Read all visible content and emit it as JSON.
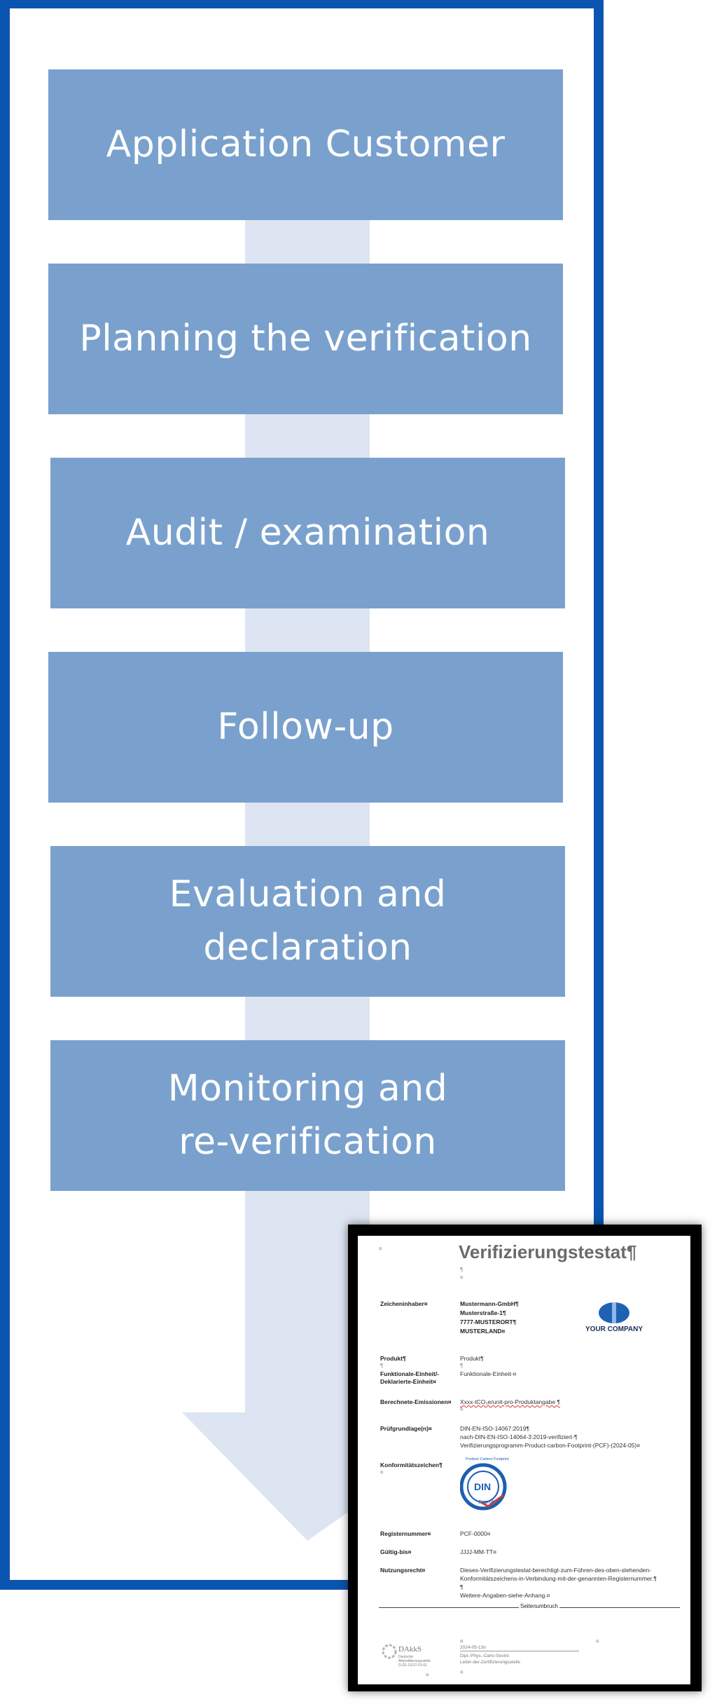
{
  "diagram": {
    "steps": [
      {
        "label": "Application  Customer"
      },
      {
        "label": "Planning the verification"
      },
      {
        "label": "Audit / examination"
      },
      {
        "label": "Follow-up"
      },
      {
        "label": "Evaluation and\ndeclaration"
      },
      {
        "label": "Monitoring and\nre-verification"
      }
    ],
    "colors": {
      "frame": "#0a55b0",
      "box": "#7aa1cd",
      "arrow": "#dce5f1",
      "box_text": "#ffffff"
    }
  },
  "certificate": {
    "title": "Verifizierungstestat¶",
    "pilcrow": "¶",
    "cell_mark": "¤",
    "rows": {
      "holder_label": "Zeicheninhaber¤",
      "holder_lines": [
        "Mustermann-GmbH¶",
        "Musterstraße-1¶",
        "7777-MUSTERORT¶",
        "MUSTERLAND¤"
      ],
      "company_logo": "YOUR COMPANY",
      "product_label": "Produkt¶",
      "product_value": "Produkt¶",
      "unit_label_1": "Funktionale-Einheit/-",
      "unit_label_2": "Deklarierte-Einheit¤",
      "unit_value": "Funktionale-Einheit-¤",
      "emissions_label": "Berechnete-Emissionen¤",
      "emissions_value": "Xxxx-tCO₂e/unit-pro-Produktangabe ¶",
      "basis_label": "Prüfgrundlage(n)¤",
      "basis_lines": [
        "DIN-EN-ISO-14067:2019¶",
        "nach-DIN-EN-ISO-14064-3:2019-verifiziert-¶",
        "Verifizierungsprogramm-Product-carbon-Footprint-(PCF)-(2024-05)¤"
      ],
      "mark_label": "Konformitätszeichen¶",
      "din_ring_text": "Product Carbon Footprint",
      "din_text": "DIN",
      "din_sub": "Geprüft",
      "reg_label": "Registernummer¤",
      "reg_value": "PCF-0000¤",
      "valid_label": "Gültig-bis¤",
      "valid_value": "JJJJ-MM-TT¤",
      "rights_label": "Nutzungsrecht¤",
      "rights_lines": [
        "Dieses-Verifizierungstestat-berechtigt-zum-Führen-des-oben-stehenden-",
        "Konformitätszeichens-in-Verbindung-mit-der-genannten-Registernummer.¶",
        "¶",
        "Weitere-Angaben-siehe-Anhang.¤"
      ],
      "page_break": "Seitenumbruch",
      "footer_date": "2024-05-13¤",
      "footer_name": "Dipl.-Phys.-Carlo-Seviré",
      "footer_role": "Leiter-der-Zertifizierungsstelle",
      "dakks": "DAkkS",
      "dakks_sub_1": "Deutsche",
      "dakks_sub_2": "Akkreditierungsstelle",
      "dakks_sub_3": "D-ZE-11137-01-01"
    }
  }
}
